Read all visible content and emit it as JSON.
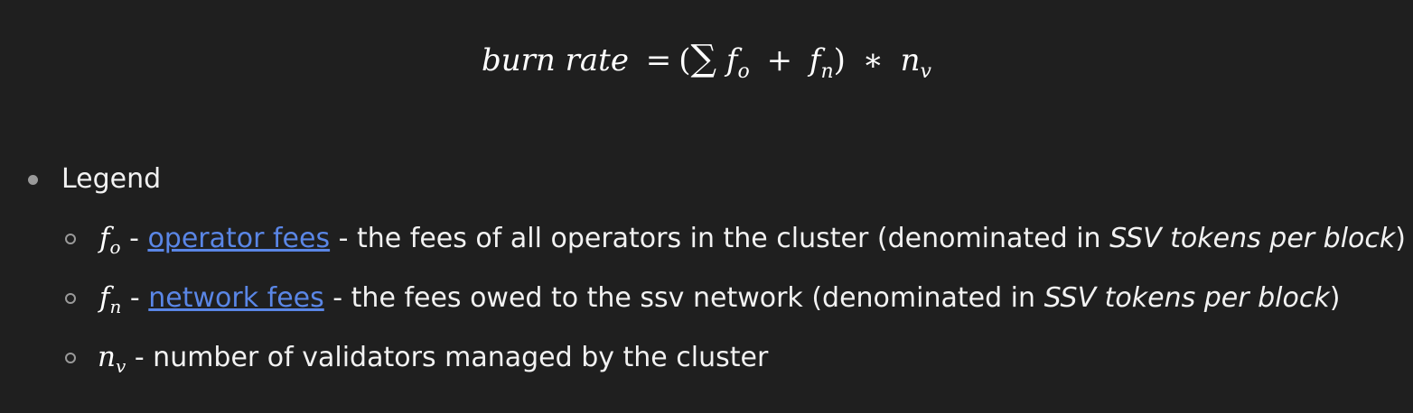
{
  "formula": {
    "lhs": "burn rate",
    "equals": "=",
    "open_paren": "(",
    "sum": "∑",
    "f_var": "f",
    "sub_o": "o",
    "plus": "+",
    "sub_n": "n",
    "close_paren": ")",
    "times": "∗",
    "n_var": "n",
    "sub_v": "v"
  },
  "legend": {
    "title": "Legend",
    "items": [
      {
        "var": "f",
        "sub": "o",
        "sep1": " - ",
        "link": "operator fees",
        "text": " - the fees of all operators in the cluster (denominated in ",
        "emphasis": "SSV tokens per block",
        "tail": ")"
      },
      {
        "var": "f",
        "sub": "n",
        "sep1": " - ",
        "link": "network fees",
        "text": " - the fees owed to the ssv network (denominated in ",
        "emphasis": "SSV tokens per block",
        "tail": ")"
      },
      {
        "var": "n",
        "sub": "v",
        "text": " - number of validators managed by the cluster"
      }
    ]
  }
}
